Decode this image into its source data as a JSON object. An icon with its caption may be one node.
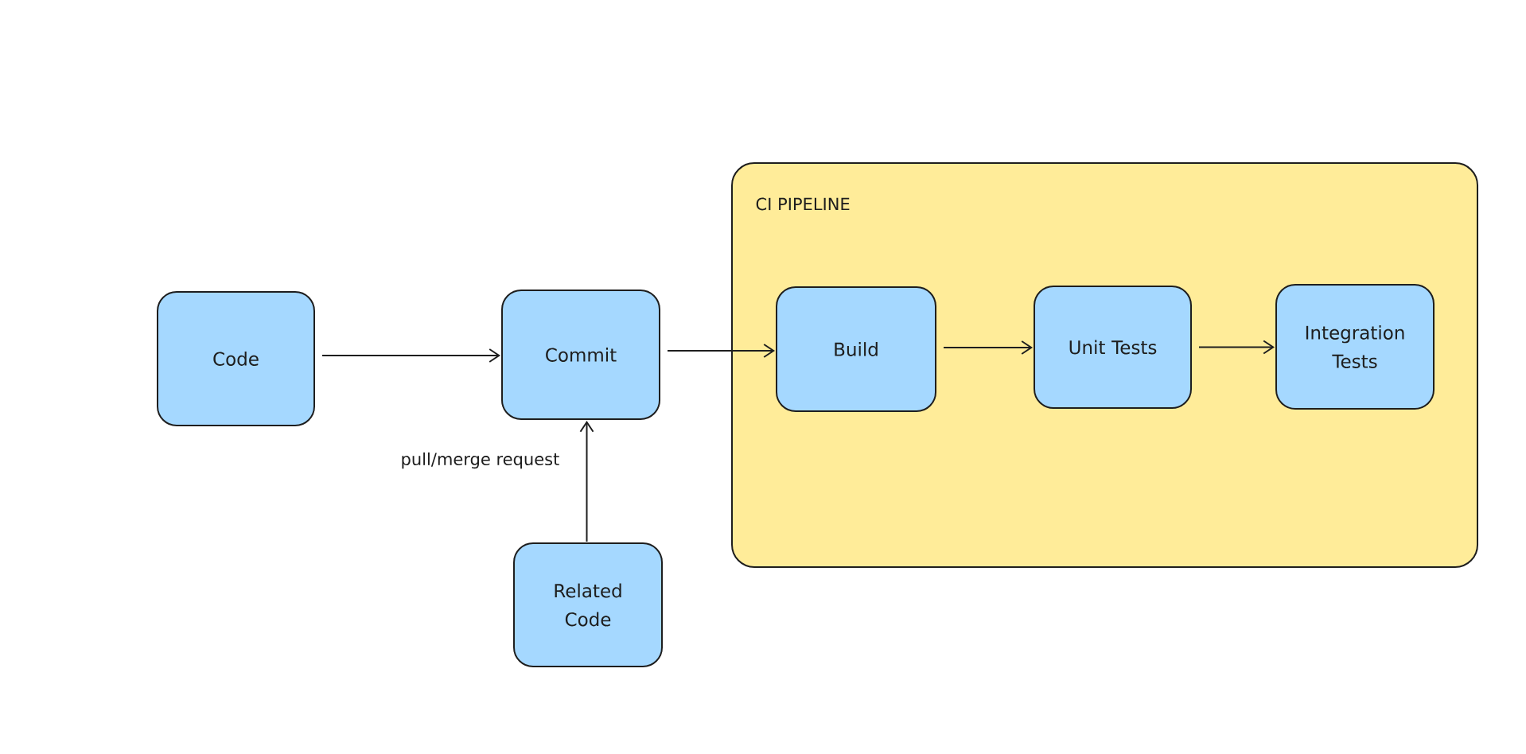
{
  "diagram": {
    "nodes": [
      {
        "text": [
          "Code"
        ]
      },
      {
        "text": [
          "Commit"
        ]
      },
      {
        "text": [
          "Related Code"
        ]
      },
      {
        "text": [
          "CI PIPELINE"
        ]
      },
      {
        "text": [
          "Build"
        ],
        "in": 3
      },
      {
        "text": [
          "Unit Tests"
        ],
        "in": 3
      },
      {
        "text": [
          "Integration Tests"
        ],
        "in": 3
      }
    ],
    "edges": [
      {
        "from": 0,
        "to": 1,
        "arrow": "to"
      },
      {
        "from": 1,
        "to": 4,
        "arrow": "to"
      },
      {
        "from": 4,
        "to": 5,
        "arrow": "to"
      },
      {
        "from": 5,
        "to": 6,
        "arrow": "to"
      },
      {
        "from": 2,
        "to": 1,
        "arrow": "to",
        "label": "pull/merge request"
      }
    ]
  }
}
